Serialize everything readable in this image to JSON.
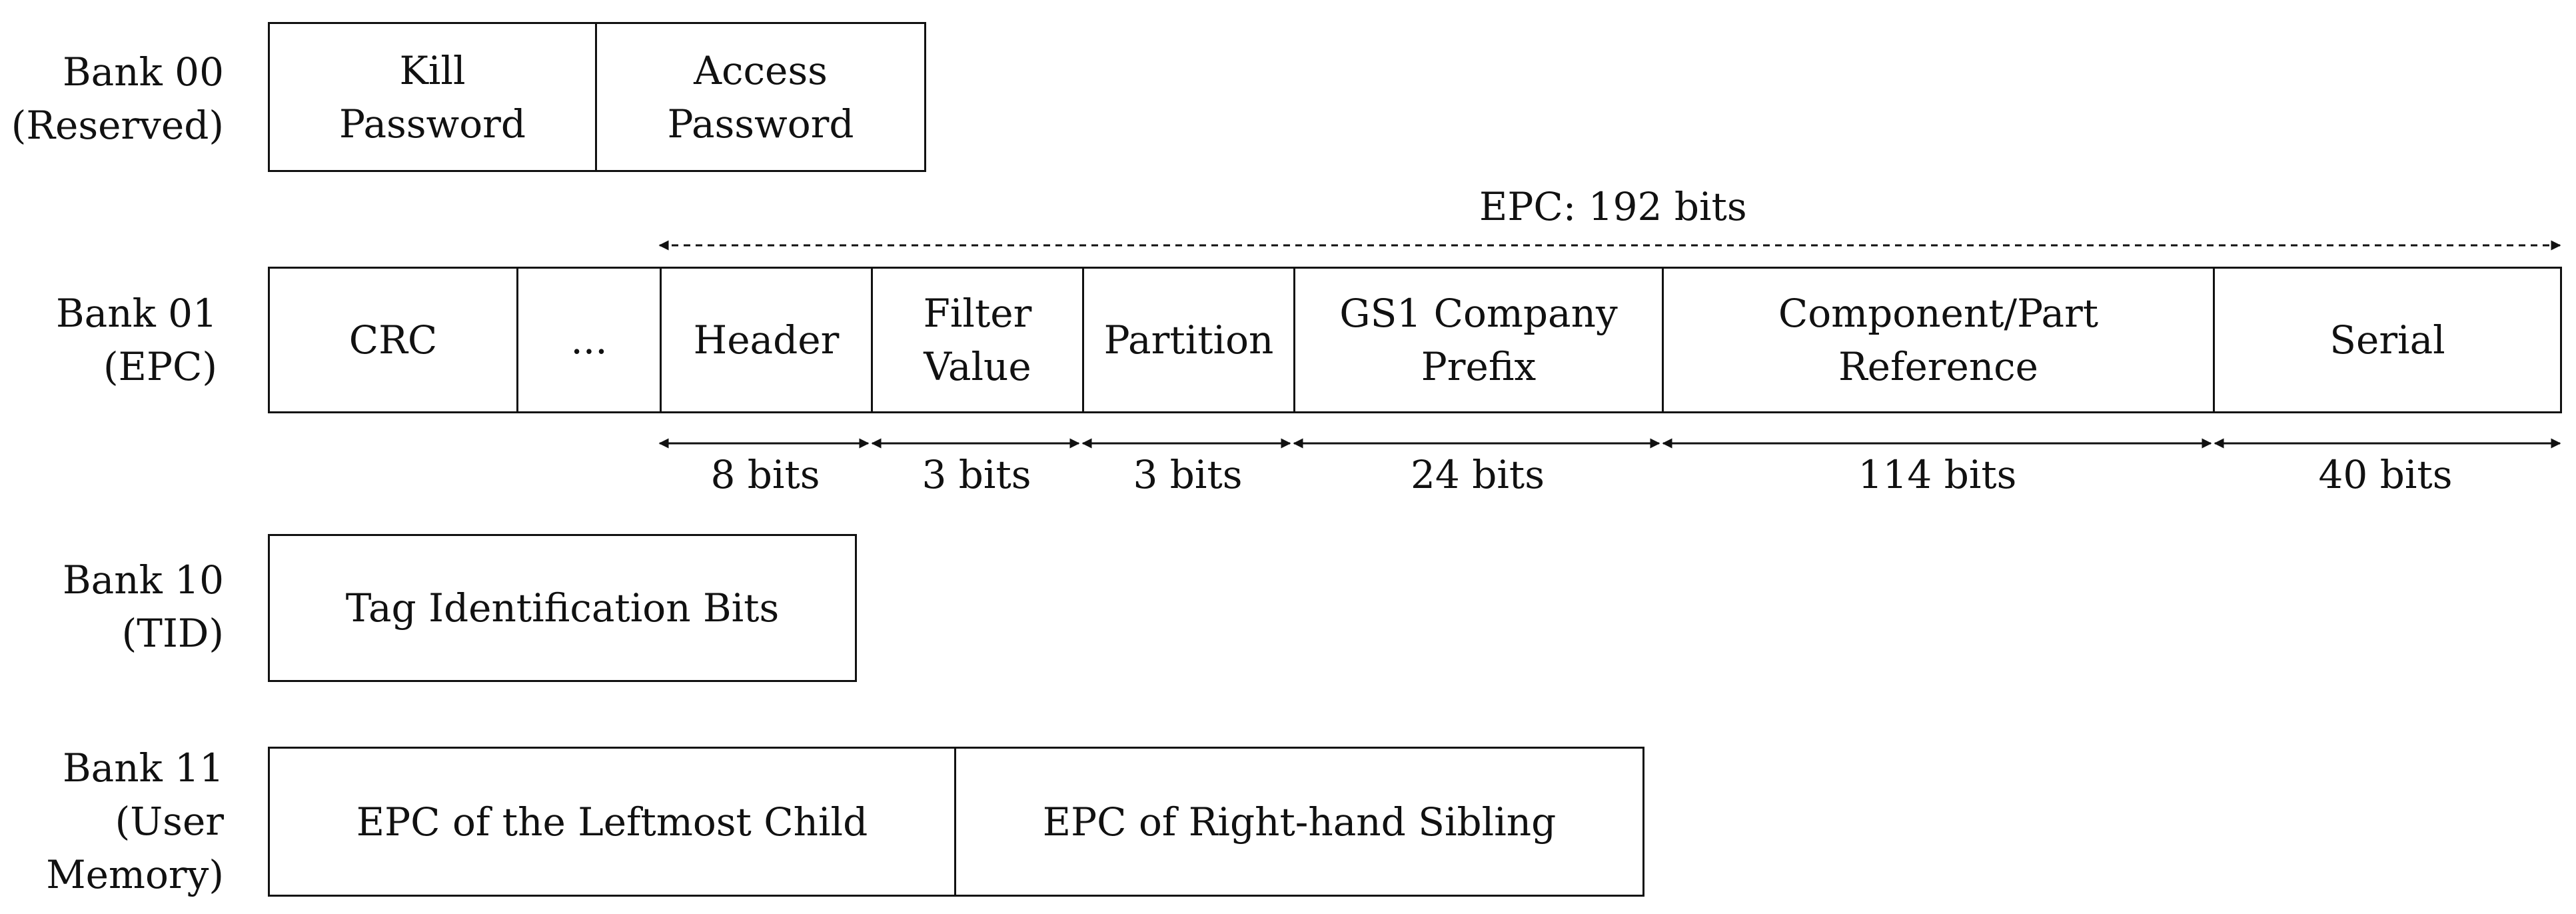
{
  "banks": {
    "b00": {
      "label": "Bank 00\n(Reserved)",
      "fields": [
        "Kill\nPassword",
        "Access\nPassword"
      ]
    },
    "b01": {
      "label": "Bank 01\n(EPC)",
      "fields": [
        "CRC",
        "...",
        "Header",
        "Filter\nValue",
        "Partition",
        "GS1 Company\nPrefix",
        "Component/Part\nReference",
        "Serial"
      ]
    },
    "b10": {
      "label": "Bank 10\n(TID)",
      "fields": [
        "Tag Identification Bits"
      ]
    },
    "b11": {
      "label": "Bank 11\n(User\nMemory)",
      "fields": [
        "EPC of the Leftmost Child",
        "EPC of Right-hand Sibling"
      ]
    }
  },
  "epc_total_label": "EPC: 192 bits",
  "bit_widths": [
    "8 bits",
    "3 bits",
    "3 bits",
    "24 bits",
    "114 bits",
    "40 bits"
  ]
}
